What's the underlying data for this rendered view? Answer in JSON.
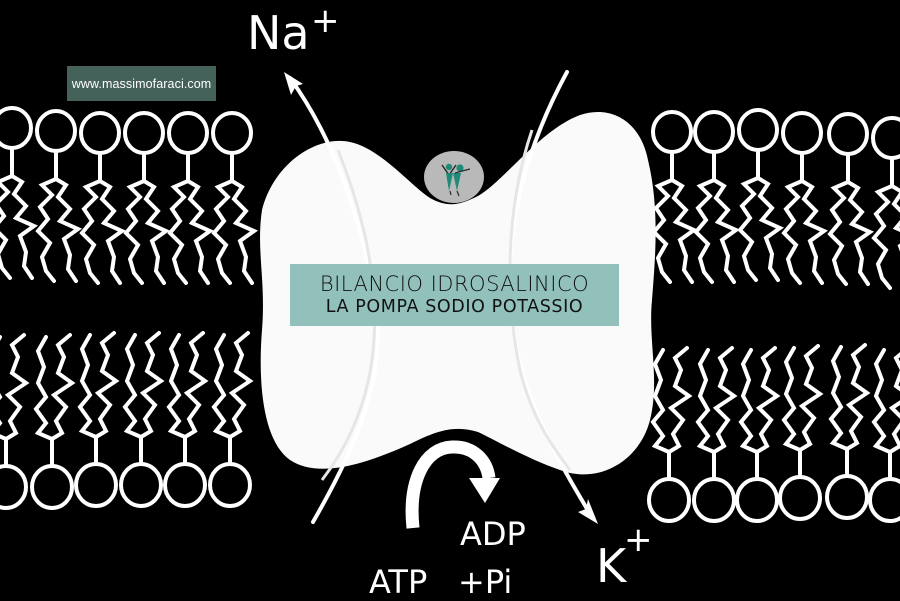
{
  "diagram": {
    "title_line1": "BILANCIO IDROSALINICO",
    "title_line2": "LA POMPA SODIO POTASSIO",
    "watermark": "www.massimofaraci.com",
    "ions": {
      "sodium": {
        "symbol": "Na",
        "charge": "+"
      },
      "potassium": {
        "symbol": "K",
        "charge": "+"
      }
    },
    "reaction": {
      "reactant": "ATP",
      "product_line1": "ADP",
      "product_line2": "+Pi"
    },
    "colors": {
      "background": "#000000",
      "foreground": "#ffffff",
      "title_box": "#92c1bc",
      "watermark_box": "#44615a",
      "logo_circle": "#b9b9b9",
      "logo_figure": "#1f8a78"
    },
    "membrane": {
      "left_phospholipids_per_layer": 6,
      "right_phospholipids_per_layer": 6
    }
  }
}
